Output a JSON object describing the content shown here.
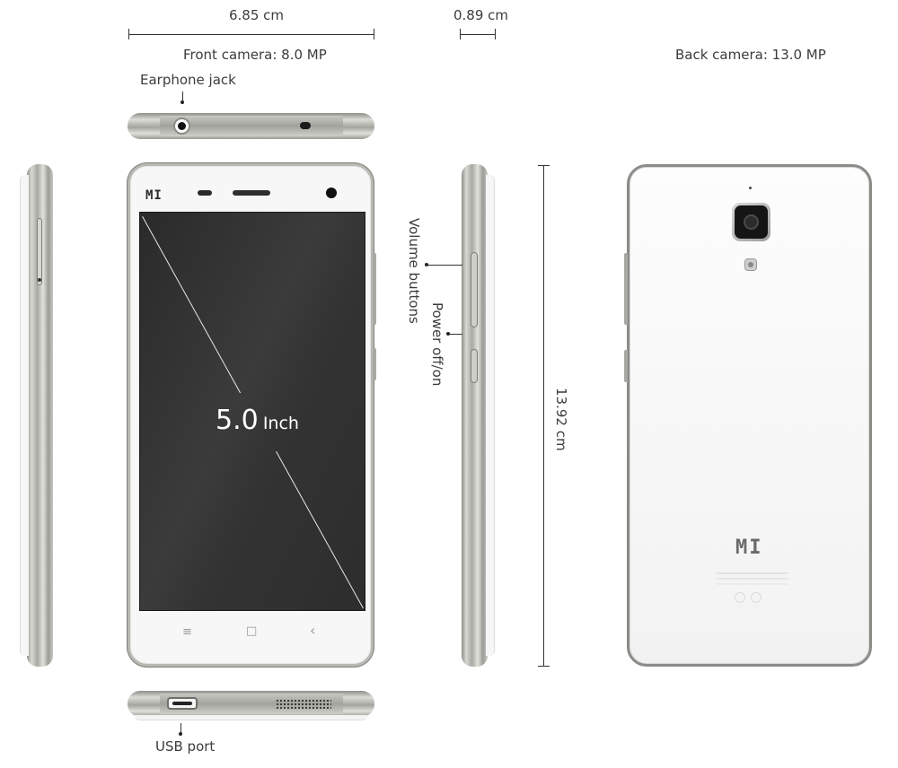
{
  "dimensions": {
    "width_label": "6.85 cm",
    "depth_label": "0.89 cm",
    "height_label": "13.92 cm"
  },
  "labels": {
    "front_camera": "Front camera: 8.0 MP",
    "back_camera": "Back camera: 13.0 MP",
    "earphone_jack": "Earphone jack",
    "usb_port": "USB port",
    "volume_buttons": "Volume buttons",
    "power_button": "Power off/on"
  },
  "screen": {
    "size_value": "5.0",
    "size_unit": "Inch"
  },
  "branding": {
    "front_logo": "MI",
    "back_logo": "MI"
  },
  "nav_keys": {
    "menu": "≡",
    "home": "□",
    "back": "‹"
  },
  "colors": {
    "frame_metal": "#b9b9b4",
    "screen": "#333333",
    "body_white": "#f7f7f7"
  }
}
